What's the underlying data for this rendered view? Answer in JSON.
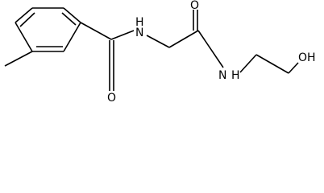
{
  "molecule": {
    "atoms": {
      "o_carbonyl_1": "O",
      "n_amide_1": "N",
      "h_amide_1": "H",
      "o_carbonyl_2": "O",
      "n_amide_2": "N",
      "h_amide_2": "H",
      "oh_hydroxyl": "OH"
    }
  },
  "colors": {
    "bond": "#000000",
    "label": "#000000",
    "background": "#ffffff"
  }
}
